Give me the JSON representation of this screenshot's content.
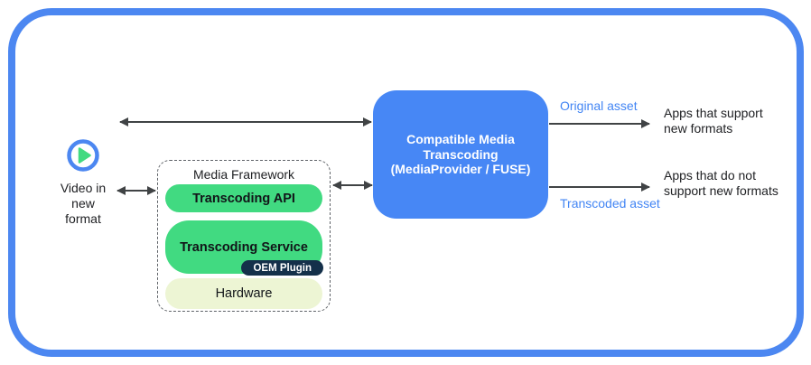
{
  "colors": {
    "frame_blue": "#4c87f1",
    "box_blue": "#4787f5",
    "asset_label_blue": "#4285f4",
    "layer_green": "#41da81",
    "oem_navy": "#14304a",
    "hardware_pale": "#edf5d4",
    "arrow_gray": "#404345",
    "text_black": "#202124"
  },
  "source": {
    "icon": "play-icon",
    "label": "Video in\nnew\nformat"
  },
  "media_framework": {
    "title": "Media Framework",
    "layers": {
      "api": "Transcoding API",
      "service": "Transcoding Service",
      "oem_plugin": "OEM Plugin",
      "hardware": "Hardware"
    }
  },
  "transcoder": {
    "label": "Compatible Media\nTranscoding\n(MediaProvider / FUSE)"
  },
  "outputs": {
    "original": {
      "arrow_label": "Original asset",
      "target": "Apps that support\nnew formats"
    },
    "transcoded": {
      "arrow_label": "Transcoded asset",
      "target": "Apps that do not\nsupport new formats"
    }
  }
}
